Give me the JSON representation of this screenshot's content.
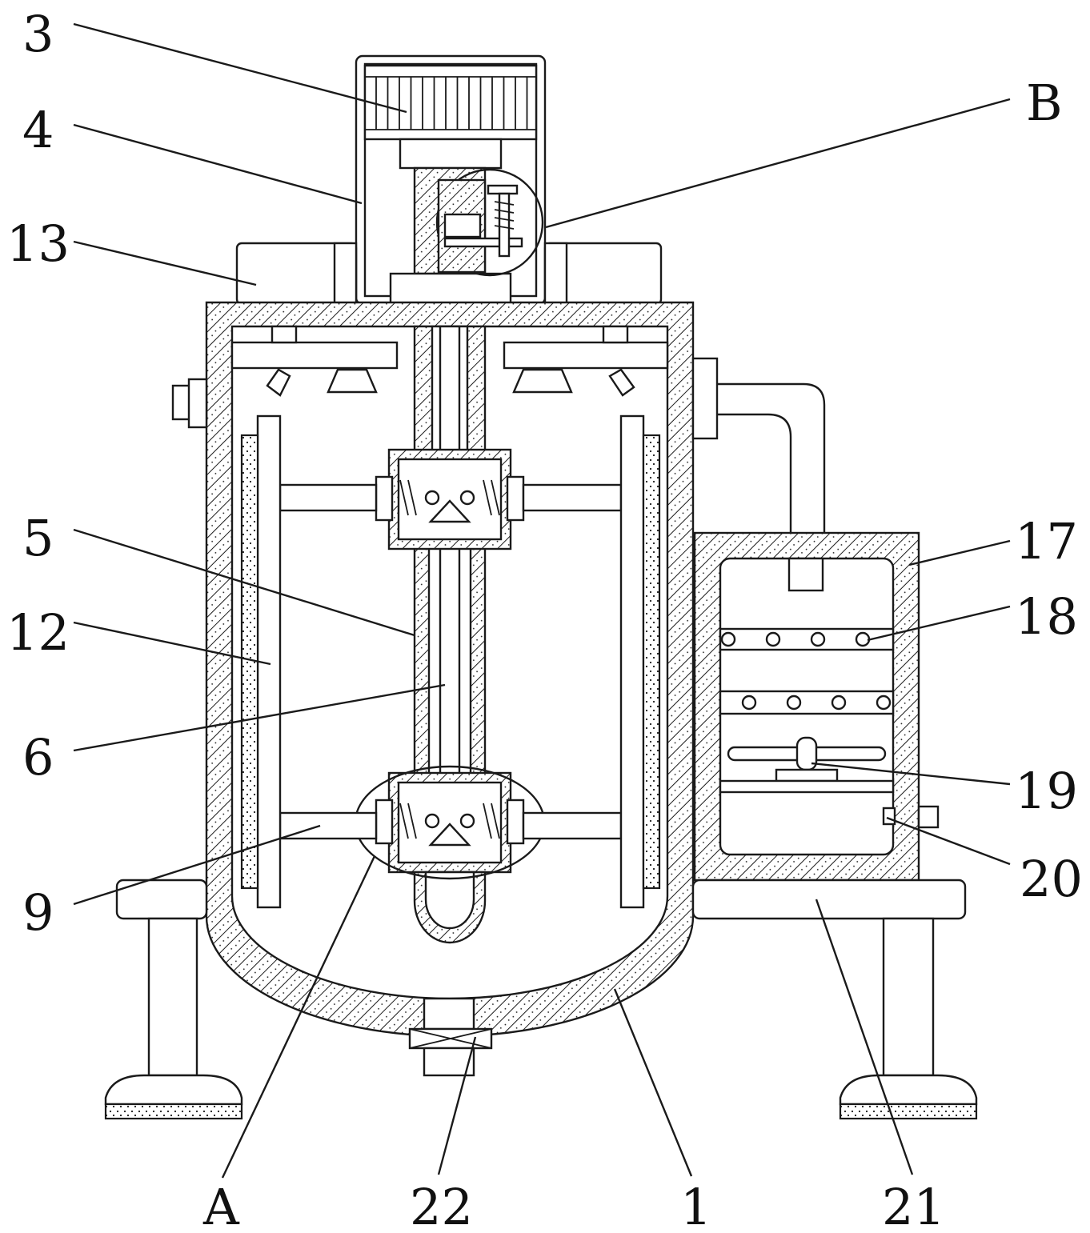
{
  "callouts": [
    {
      "id": "3",
      "text": "3"
    },
    {
      "id": "4",
      "text": "4"
    },
    {
      "id": "13",
      "text": "13"
    },
    {
      "id": "5",
      "text": "5"
    },
    {
      "id": "12",
      "text": "12"
    },
    {
      "id": "6",
      "text": "6"
    },
    {
      "id": "9",
      "text": "9"
    },
    {
      "id": "B",
      "text": "B"
    },
    {
      "id": "17",
      "text": "17"
    },
    {
      "id": "18",
      "text": "18"
    },
    {
      "id": "19",
      "text": "19"
    },
    {
      "id": "20",
      "text": "20"
    },
    {
      "id": "A",
      "text": "A"
    },
    {
      "id": "22",
      "text": "22"
    },
    {
      "id": "1",
      "text": "1"
    },
    {
      "id": "21",
      "text": "21"
    }
  ]
}
